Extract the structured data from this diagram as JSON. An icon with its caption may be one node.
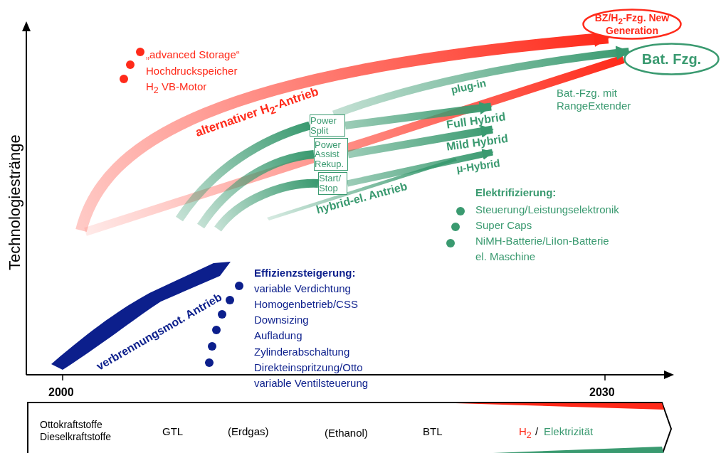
{
  "diagram": {
    "nodes": [
      {
        "text": [
          "BZ/H$_{2}$-Fzg. New Generation"
        ]
      },
      {
        "text": [
          "Bat. Fzg."
        ]
      },
      {
        "text": [
          "Power Split"
        ]
      },
      {
        "text": [
          "Power Assist Rekup."
        ]
      },
      {
        "text": [
          "Start/ Stop"
        ]
      }
    ],
    "edges": [
      {
        "from": null,
        "to": 0,
        "arrow": "to",
        "label": "alternativer H$_{2}$-Antrieb",
        "color": "#ff2a1a"
      },
      {
        "from": null,
        "to": 1,
        "arrow": "none",
        "color": "#ff2a1a"
      },
      {
        "from": 2,
        "to": 1,
        "arrow": "to",
        "label": "plug-in"
      },
      {
        "from": 2,
        "to": null,
        "arrow": "to",
        "label": "Full Hybrid"
      },
      {
        "from": 3,
        "to": null,
        "arrow": "to",
        "label": "Mild Hybrid"
      },
      {
        "from": 4,
        "to": null,
        "arrow": "to",
        "label": "μ-Hybrid"
      },
      {
        "from": null,
        "to": 2,
        "arrow": "none"
      },
      {
        "from": null,
        "to": 3,
        "arrow": "none"
      },
      {
        "from": null,
        "to": 4,
        "arrow": "none"
      }
    ],
    "labels": [
      "„advanced Storage“",
      "Hochdruckspeicher",
      "H$_{2}$ VB-Motor",
      "Technologiestränge",
      "Bat.-Fzg. mit RangeExtender",
      "hybrid-el. Antrieb",
      "Elektrifizierung:",
      "Steuerung/Leistungselektronik",
      "Super Caps",
      "NiMH-Batterie/LiIon-Batterie",
      "el. Maschine",
      "verbrennungsmot. Antrieb",
      "Effizienzsteigerung:",
      "variable Verdichtung",
      "Homogenbetrieb/CSS",
      "Downsizing",
      "Aufladung",
      "Zylinderabschaltung",
      "Direkteinspritzung/Otto",
      "variable Ventilsteuerung",
      "2000",
      "2030",
      "Ottokraftstoffe Dieselkraftstoffe",
      "GTL",
      "(Erdgas)",
      "(Ethanol)",
      "BTL",
      "H$_{2}$",
      "/",
      "Elektrizität"
    ]
  }
}
